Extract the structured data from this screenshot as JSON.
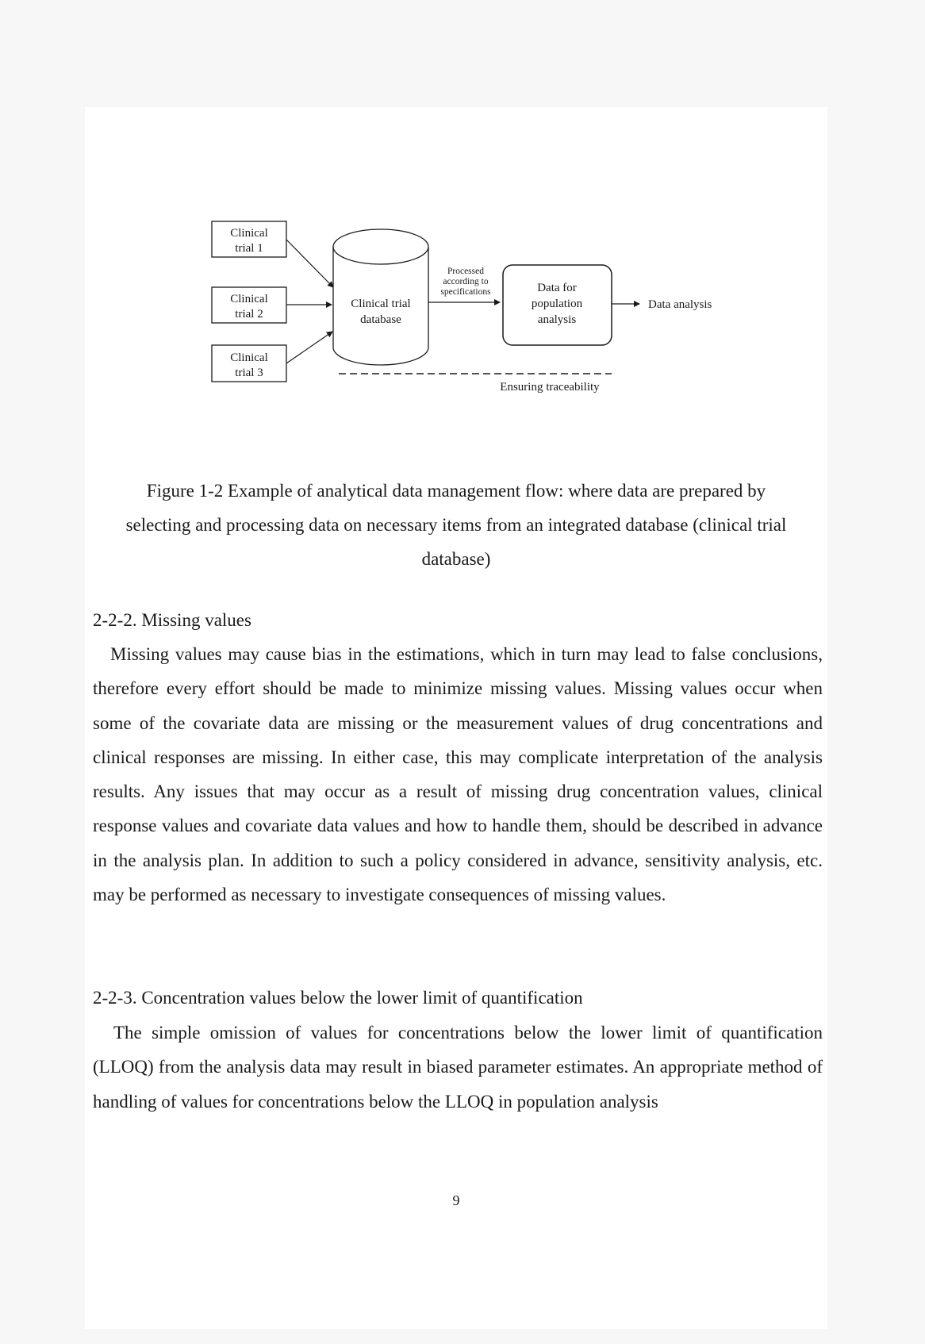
{
  "diagram": {
    "trials": [
      "Clinical trial 1",
      "Clinical trial 2",
      "Clinical trial 3"
    ],
    "trial_lines": [
      [
        "Clinical",
        "trial 1"
      ],
      [
        "Clinical",
        "trial 2"
      ],
      [
        "Clinical",
        "trial 3"
      ]
    ],
    "database_lines": [
      "Clinical trial",
      "database"
    ],
    "arrow_label_lines": [
      "Processed",
      "according to",
      "specifications"
    ],
    "output_lines": [
      "Data for",
      "population",
      "analysis"
    ],
    "final_label": "Data analysis",
    "trace_label": "Ensuring traceability"
  },
  "caption": {
    "line1": "Figure 1-2 Example of analytical data management flow: where data are prepared by",
    "line2": "selecting and processing data on necessary items from an integrated database (clinical trial",
    "line3": "database)"
  },
  "section_222": {
    "heading": "2-2-2. Missing values",
    "body": "Missing values may cause bias in the estimations, which in turn may lead to false conclusions, therefore every effort should be made to minimize missing values. Missing values occur when some of the covariate data are missing or the measurement values of drug concentrations and clinical responses are missing. In either case, this may complicate interpretation of the analysis results. Any issues that may occur as a result of missing drug concentration values, clinical response values and covariate data values and how to handle them, should be described in advance in the analysis plan. In addition to such a policy considered in advance, sensitivity analysis, etc. may be performed as necessary to investigate consequences of missing values."
  },
  "section_223": {
    "heading": "2-2-3. Concentration values below the lower limit of quantification",
    "body": "The simple omission of values for concentrations below the lower limit of quantification (LLOQ) from the analysis data may result in biased parameter estimates. An appropriate method of handling of values for concentrations below the LLOQ in population analysis"
  },
  "page_number": "9"
}
